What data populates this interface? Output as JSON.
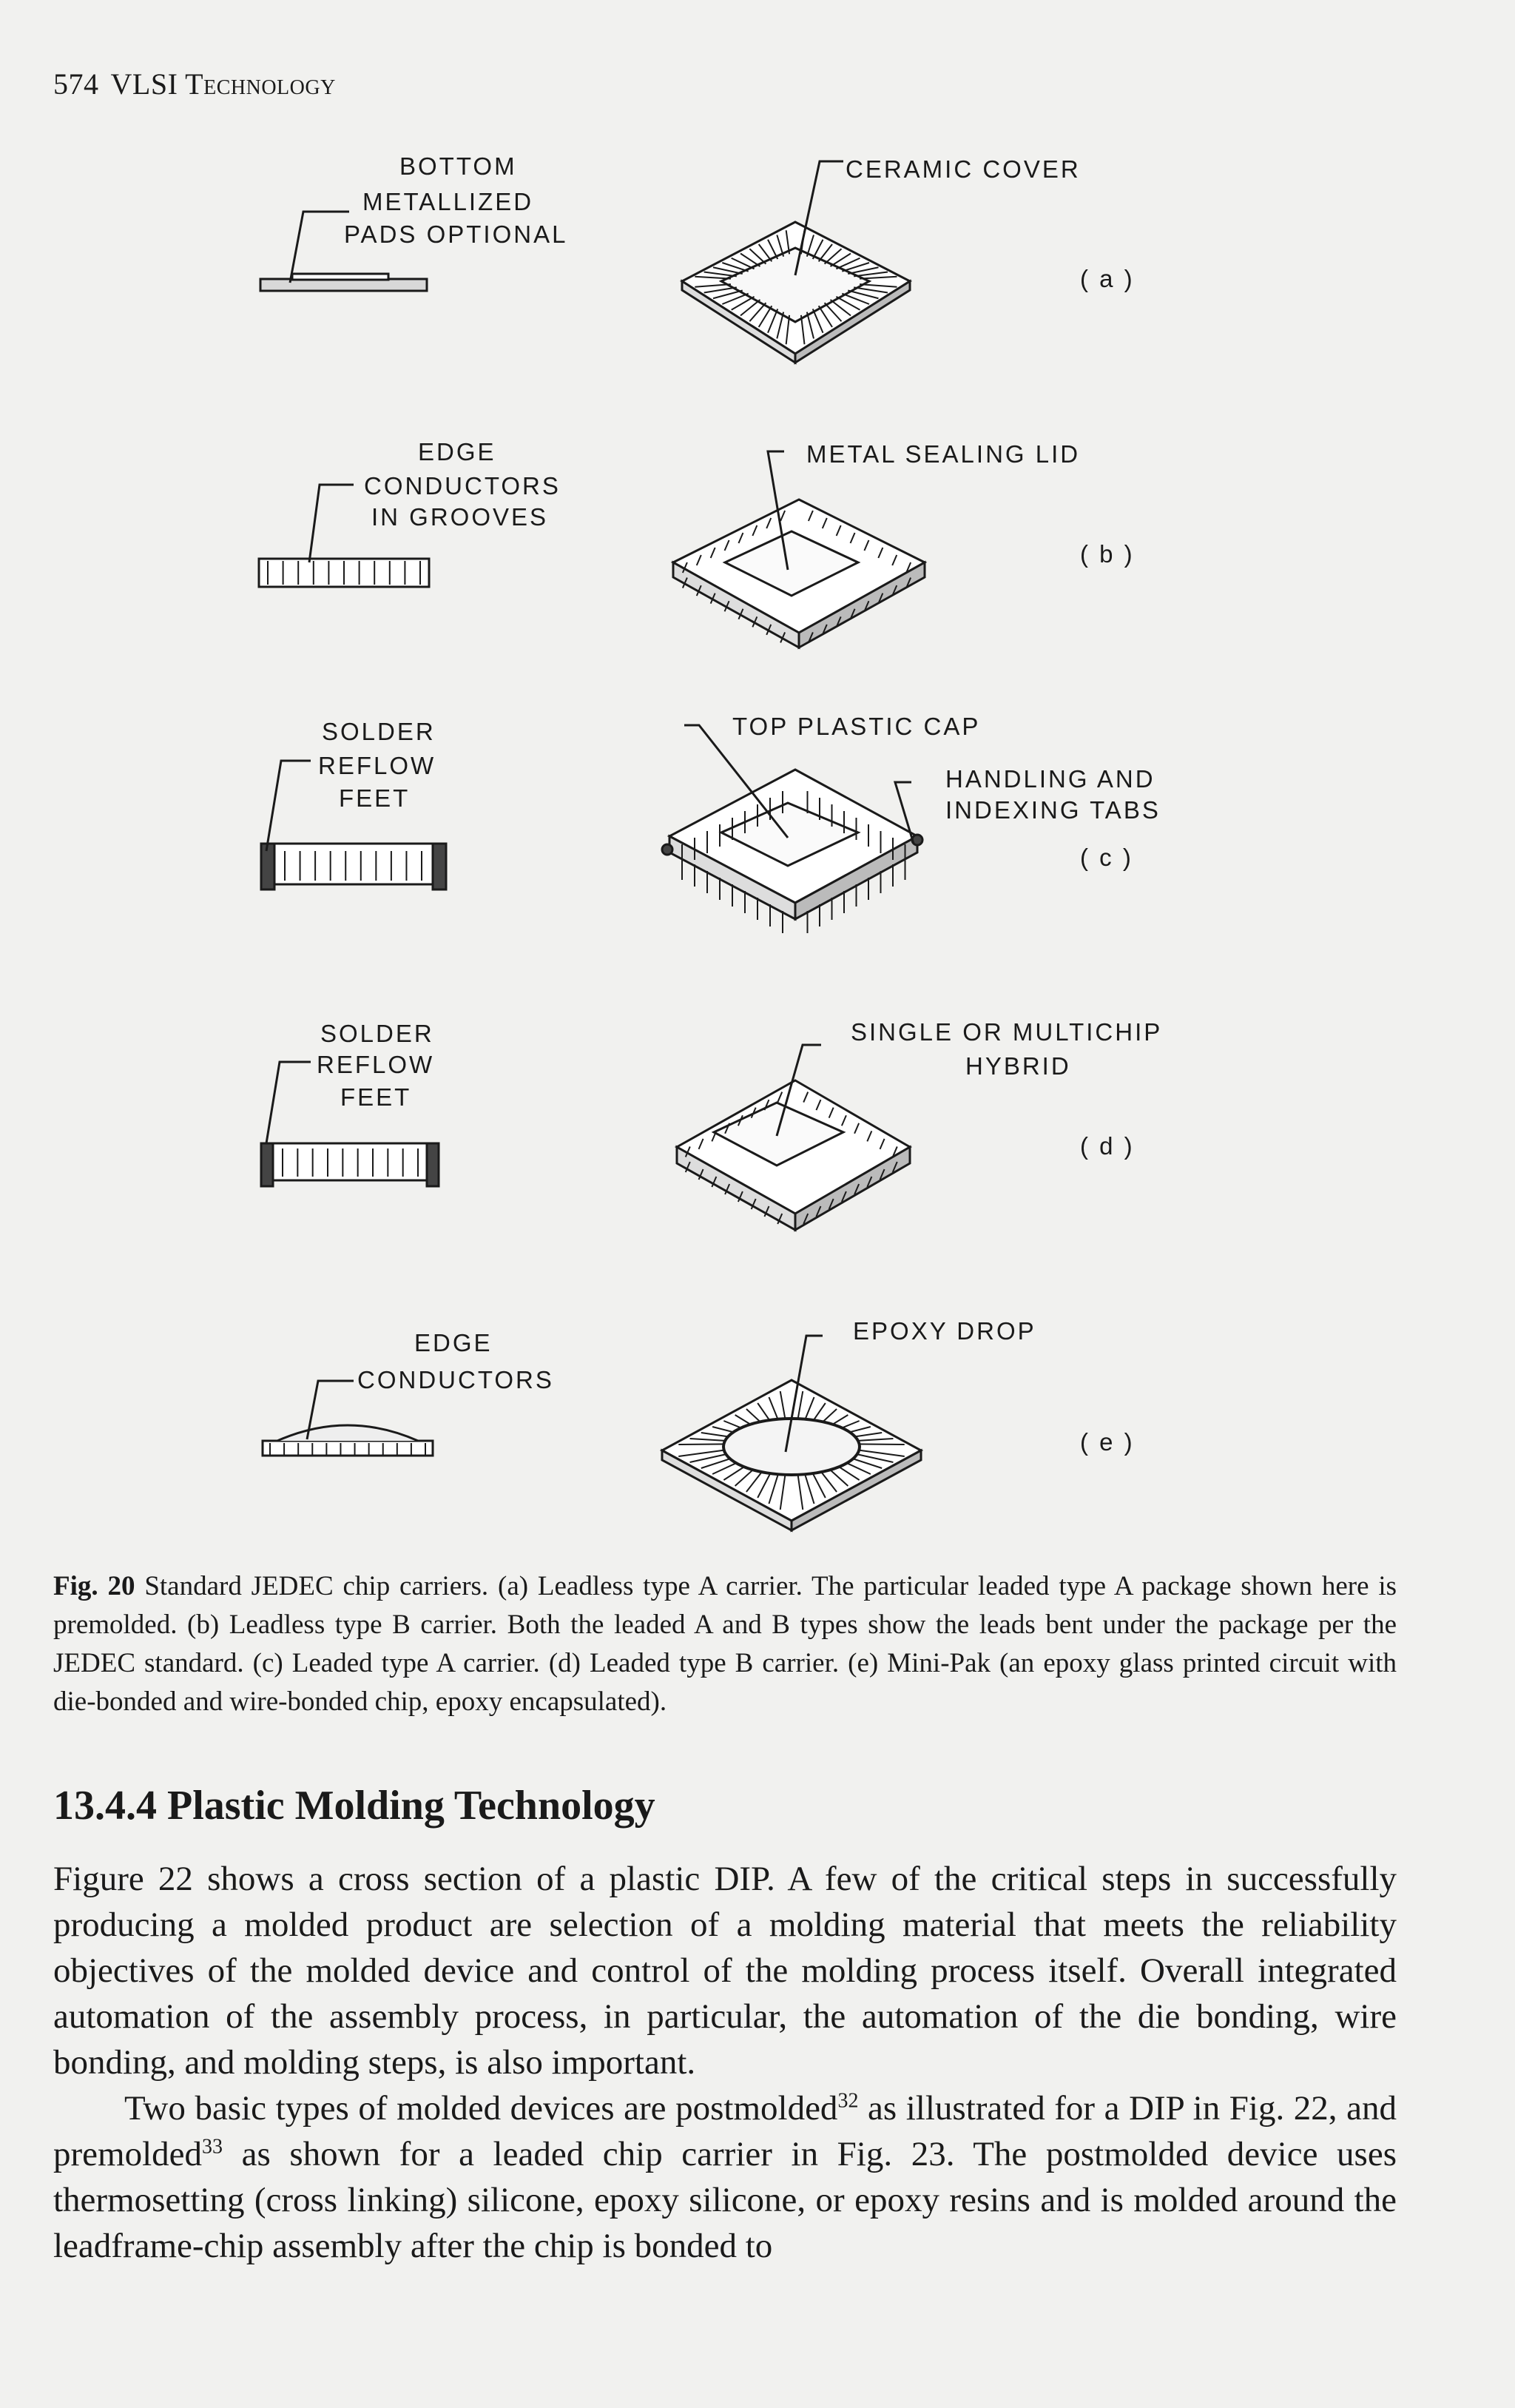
{
  "running_head": {
    "page_number": "574",
    "book_title": "VLSI Technology"
  },
  "figure": {
    "rows": [
      {
        "side_label": [
          "BOTTOM",
          "METALLIZED",
          "PADS OPTIONAL"
        ],
        "main_label": [
          "CERAMIC COVER"
        ],
        "letter": "( a )"
      },
      {
        "side_label": [
          "EDGE",
          "CONDUCTORS",
          "IN GROOVES"
        ],
        "main_label": [
          "METAL SEALING LID"
        ],
        "letter": "( b )"
      },
      {
        "side_label": [
          "SOLDER",
          "REFLOW",
          "FEET"
        ],
        "main_label": [
          "TOP PLASTIC CAP"
        ],
        "extra_label": [
          "HANDLING AND",
          "INDEXING TABS"
        ],
        "letter": "( c )"
      },
      {
        "side_label": [
          "SOLDER",
          "REFLOW",
          "FEET"
        ],
        "main_label": [
          "SINGLE OR MULTICHIP",
          "HYBRID"
        ],
        "letter": "( d )"
      },
      {
        "side_label": [
          "EDGE",
          "CONDUCTORS"
        ],
        "main_label": [
          "EPOXY DROP"
        ],
        "letter": "( e )"
      }
    ]
  },
  "caption": {
    "label": "Fig. 20",
    "text": "Standard JEDEC chip carriers. (a) Leadless type A carrier. The particular leaded type A package shown here is premolded. (b) Leadless type B carrier. Both the leaded A and B types show the leads bent under the package per the JEDEC standard. (c) Leaded type A carrier. (d) Leaded type B carrier. (e) Mini-Pak (an epoxy glass printed circuit with die-bonded and wire-bonded chip, epoxy encapsulated)."
  },
  "section": {
    "heading": "13.4.4 Plastic Molding Technology",
    "paragraph1": "Figure 22 shows a cross section of a plastic DIP. A few of the critical steps in successfully producing a molded product are selection of a molding material that meets the reliability objectives of the molded device and control of the molding process itself. Overall integrated automation of the assembly process, in particular, the automation of the die bonding, wire bonding, and molding steps, is also important.",
    "paragraph2": {
      "part1": "Two basic types of molded devices are postmolded",
      "ref1": "32",
      "part2": " as illustrated for a DIP in Fig. 22, and premolded",
      "ref2": "33",
      "part3": " as shown for a leaded chip carrier in Fig. 23. The postmolded device uses thermosetting (cross linking) silicone, epoxy silicone, or epoxy resins and is molded around the leadframe-chip assembly after the chip is bonded to"
    }
  }
}
